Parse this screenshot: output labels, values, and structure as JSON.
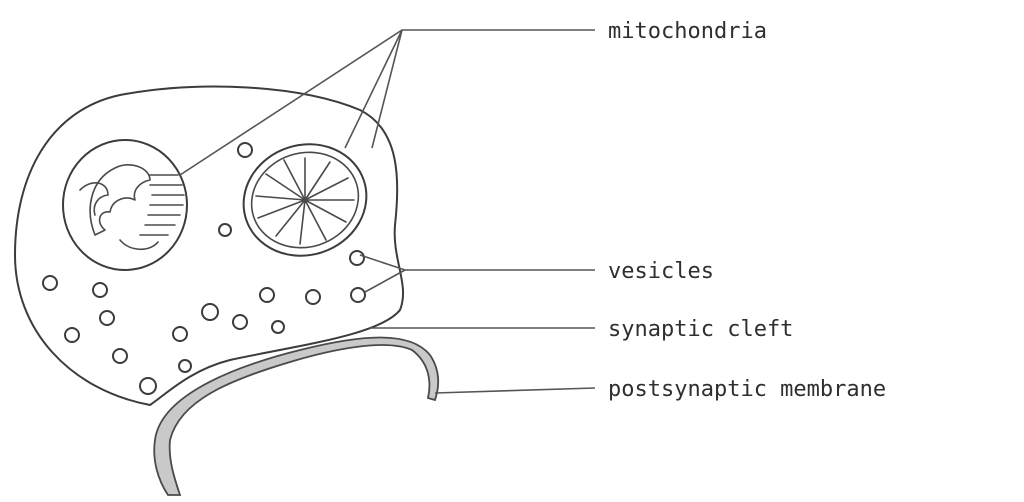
{
  "labels": {
    "mitochondria": "mitochondria",
    "vesicles": "vesicles",
    "synaptic_cleft": "synaptic cleft",
    "postsynaptic_membrane": "postsynaptic membrane"
  },
  "colors": {
    "ink": "#3c3c3c",
    "membrane_fill": "#c9c9c9",
    "background": "#ffffff"
  }
}
